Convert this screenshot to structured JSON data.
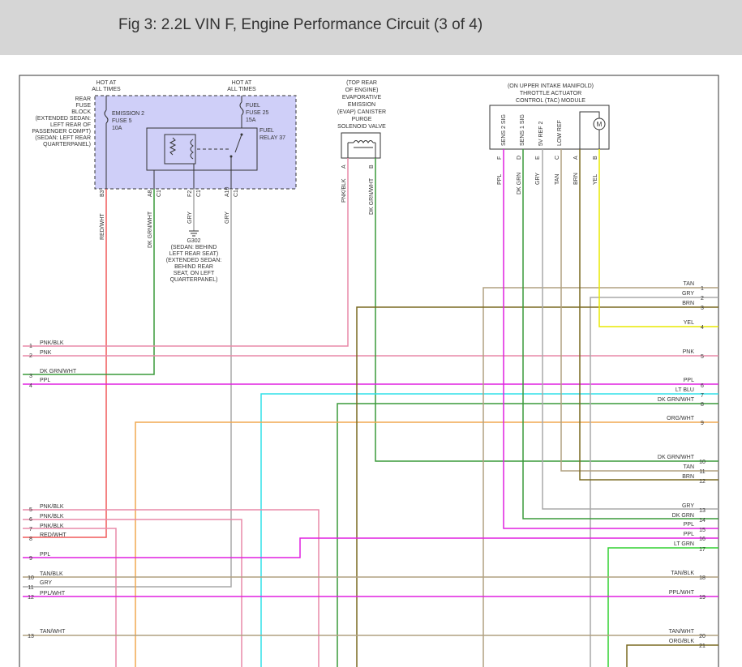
{
  "page": {
    "title": "Fig 3: 2.2L VIN F, Engine Performance Circuit (3 of 4)"
  },
  "components": {
    "fuse_block": {
      "hot_label": [
        "HOT AT",
        "ALL TIMES"
      ],
      "hot_label2": [
        "HOT AT",
        "ALL TIMES"
      ],
      "name": [
        "REAR",
        "FUSE",
        "BLOCK",
        "(EXTENDED SEDAN:",
        "LEFT REAR OF",
        "PASSENGER COMPT)",
        "(SEDAN: LEFT REAR",
        "QUARTERPANEL)"
      ],
      "fuse5": [
        "EMISSION 2",
        "FUSE 5",
        "10A"
      ],
      "fuse25": [
        "FUEL",
        "FUSE 25",
        "15A"
      ],
      "relay": [
        "FUEL",
        "RELAY 37"
      ],
      "pins": [
        "B3",
        "A8",
        "C1",
        "F2",
        "C1",
        "A10",
        "C1"
      ]
    },
    "evap": {
      "name": [
        "(TOP REAR",
        "OF ENGINE)",
        "EVAPORATIVE",
        "EMISSION",
        "(EVAP) CANISTER",
        "PURGE",
        "SOLENOID VALVE"
      ],
      "pins": [
        "A",
        "B"
      ]
    },
    "tac": {
      "name": [
        "(ON UPPER INTAKE MANIFOLD)",
        "THROTTLE ACTUATOR",
        "CONTROL (TAC) MODULE"
      ],
      "pins": [
        "F",
        "D",
        "E",
        "C",
        "A",
        "B"
      ],
      "pin_labels": [
        "SENS 2 SIG",
        "SENS 1 SIG",
        "5V REF 2",
        "LOW REF"
      ],
      "motor": "M"
    },
    "ground": {
      "name": [
        "G302",
        "(SEDAN: BEHIND",
        "LEFT REAR SEAT)",
        "(EXTENDED SEDAN:",
        "BEHIND REAR",
        "SEAT, ON LEFT",
        "QUARTERPANEL)"
      ]
    }
  },
  "vertical_wire_labels": {
    "red_wht": "RED/WHT",
    "dk_grn_wht_1": "DK GRN/WHT",
    "gry_gnd": "GRY",
    "gry_2": "GRY",
    "pnk_blk": "PNK/BLK",
    "dk_grn_wht_2": "DK GRN/WHT",
    "ppl": "PPL",
    "dk_grn": "DK GRN",
    "gry_3": "GRY",
    "tan": "TAN",
    "brn": "BRN",
    "yel": "YEL"
  },
  "left_wires": [
    {
      "num": "1",
      "label": "PNK/BLK"
    },
    {
      "num": "2",
      "label": "PNK"
    },
    {
      "num": "3",
      "label": "DK GRN/WHT"
    },
    {
      "num": "4",
      "label": "PPL"
    },
    {
      "num": "5",
      "label": "PNK/BLK"
    },
    {
      "num": "6",
      "label": "PNK/BLK"
    },
    {
      "num": "7",
      "label": "PNK/BLK"
    },
    {
      "num": "8",
      "label": "RED/WHT"
    },
    {
      "num": "9",
      "label": "PPL"
    },
    {
      "num": "10",
      "label": "TAN/BLK"
    },
    {
      "num": "11",
      "label": "GRY"
    },
    {
      "num": "12",
      "label": "PPL/WHT"
    },
    {
      "num": "13",
      "label": "TAN/WHT"
    }
  ],
  "right_wires": [
    {
      "num": "1",
      "label": "TAN"
    },
    {
      "num": "2",
      "label": "GRY"
    },
    {
      "num": "3",
      "label": "BRN"
    },
    {
      "num": "4",
      "label": "YEL"
    },
    {
      "num": "5",
      "label": "PNK"
    },
    {
      "num": "6",
      "label": "PPL"
    },
    {
      "num": "7",
      "label": "LT BLU"
    },
    {
      "num": "8",
      "label": "DK GRN/WHT"
    },
    {
      "num": "9",
      "label": "ORG/WHT"
    },
    {
      "num": "10",
      "label": "DK GRN/WHT"
    },
    {
      "num": "11",
      "label": "TAN"
    },
    {
      "num": "12",
      "label": "BRN"
    },
    {
      "num": "13",
      "label": "GRY"
    },
    {
      "num": "14",
      "label": "DK GRN"
    },
    {
      "num": "15",
      "label": "PPL"
    },
    {
      "num": "16",
      "label": "PPL"
    },
    {
      "num": "17",
      "label": "LT GRN"
    },
    {
      "num": "18",
      "label": "TAN/BLK"
    },
    {
      "num": "19",
      "label": "PPL/WHT"
    },
    {
      "num": "20",
      "label": "TAN/WHT"
    },
    {
      "num": "21",
      "label": "ORG/BLK"
    }
  ],
  "colors": {
    "red": "#f05a5a",
    "pink": "#e88aa8",
    "dk_green": "#3a9a3a",
    "purple": "#e020e0",
    "gray": "#a8a8a8",
    "brown": "#7a6a20",
    "tan": "#b0a080",
    "yellow": "#e8e800",
    "lt_blue": "#30e0e8",
    "orange": "#f0a850",
    "lt_green": "#30d030",
    "panel": "#cfcff8"
  }
}
